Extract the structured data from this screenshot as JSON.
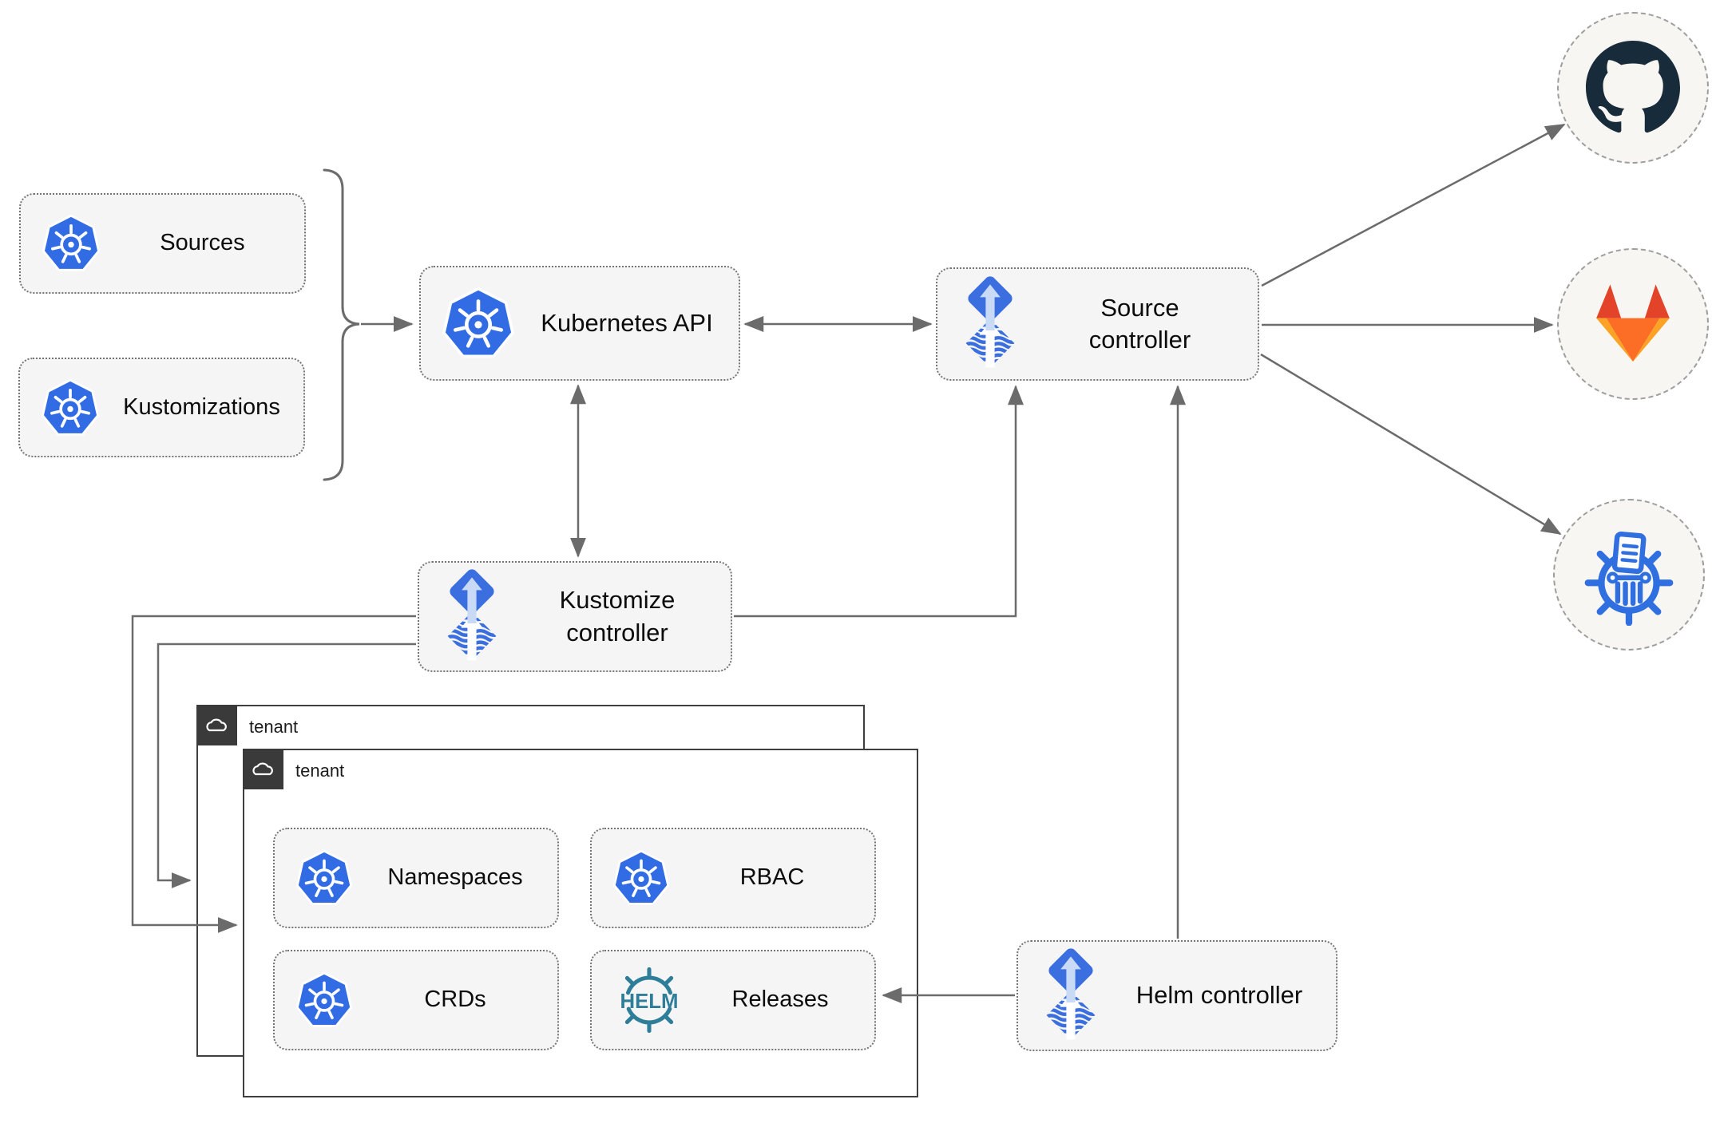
{
  "labels": {
    "sources": "Sources",
    "kustomizations": "Kustomizations",
    "kubernetes_api": "Kubernetes API",
    "source_controller": "Source controller",
    "kustomize_controller": "Kustomize controller",
    "helm_controller": "Helm controller",
    "tenant_back": "tenant",
    "tenant_front": "tenant",
    "namespaces": "Namespaces",
    "rbac": "RBAC",
    "crds": "CRDs",
    "releases": "Releases",
    "helm_wordmark": "HELM"
  },
  "icons": {
    "kubernetes": "kubernetes-wheel-icon",
    "flux": "flux-diamond-arrow-icon",
    "helm": "helm-wheel-icon",
    "github": "github-octocat-icon",
    "gitlab": "gitlab-tanuki-icon",
    "chartmuseum": "chartmuseum-column-icon",
    "cloud": "cloud-icon"
  },
  "colors": {
    "kubernetes_blue": "#326ce5",
    "flux_blue": "#3b6fe0",
    "flux_arrow_light": "#c8daf6",
    "helm_teal": "#2e7d99",
    "github_dark": "#182b3a",
    "gitlab_red": "#e24329",
    "gitlab_orange": "#fc6d26",
    "gitlab_amber": "#fca326",
    "chartmuseum_blue": "#2f6fe0",
    "connector_gray": "#6b6b6b",
    "node_fill": "#f5f5f5",
    "tenant_border": "#3f3f3f",
    "external_fill": "#f7f6f2"
  }
}
